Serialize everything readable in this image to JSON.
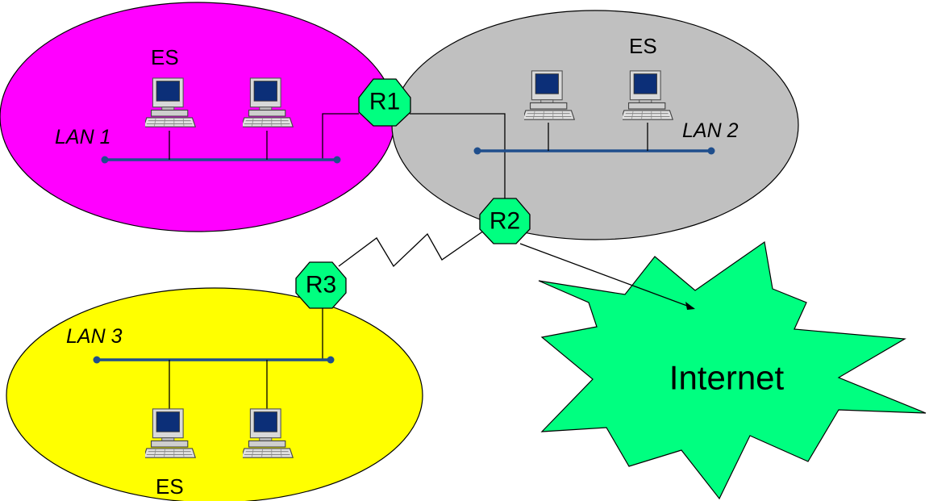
{
  "networks": [
    {
      "label": "LAN 1",
      "color": "#ff00ff"
    },
    {
      "label": "LAN 2",
      "color": "#c0c0c0"
    },
    {
      "label": "LAN 3",
      "color": "#ffff00"
    }
  ],
  "routers": [
    {
      "label": "R1",
      "color": "#00ff80"
    },
    {
      "label": "R2",
      "color": "#00ff80"
    },
    {
      "label": "R3",
      "color": "#00ff80"
    }
  ],
  "end_system_label": "ES",
  "internet": {
    "label": "Internet",
    "color": "#00ff80"
  },
  "bus_color": "#1f4e8c"
}
